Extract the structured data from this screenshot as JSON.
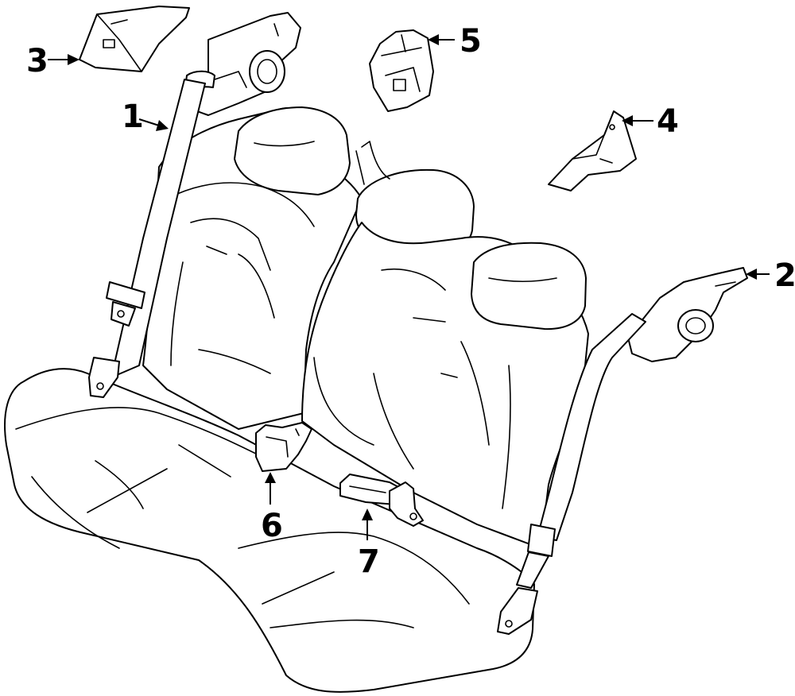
{
  "colors": {
    "background": "#ffffff",
    "line": "#000000"
  },
  "callouts": [
    {
      "id": "1",
      "label": "1",
      "part": "left-seat-belt-assembly"
    },
    {
      "id": "2",
      "label": "2",
      "part": "right-seat-belt-assembly"
    },
    {
      "id": "3",
      "label": "3",
      "part": "left-belt-guide-cover"
    },
    {
      "id": "4",
      "label": "4",
      "part": "right-belt-guide-cover"
    },
    {
      "id": "5",
      "label": "5",
      "part": "center-belt-retractor"
    },
    {
      "id": "6",
      "label": "6",
      "part": "left-buckle"
    },
    {
      "id": "7",
      "label": "7",
      "part": "center-buckle"
    }
  ]
}
